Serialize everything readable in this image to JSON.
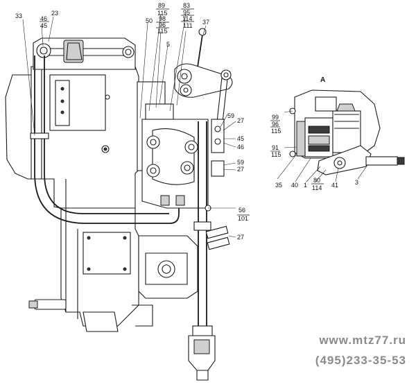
{
  "view_label": "A",
  "labels": {
    "l33": "33",
    "l46a": "46",
    "l45a": "45",
    "l23": "23",
    "l50": "50",
    "l89": "89",
    "l115a": "115",
    "l98": "98",
    "l96a": "96",
    "l115b": "115",
    "l5": "5",
    "l83": "83",
    "l95": "95",
    "l114a": "114",
    "l111": "111",
    "l37": "37",
    "l59a": "59",
    "l27a": "27",
    "l45b": "45",
    "l46b": "46",
    "l59b": "59",
    "l27b": "27",
    "l56": "56",
    "l101": "101",
    "l27c": "27",
    "l99": "99",
    "l96b": "96",
    "l115c": "115",
    "l91": "91",
    "l115d": "115",
    "l35": "35",
    "l40": "40",
    "l1": "1",
    "l80": "80",
    "l114b": "114",
    "l41": "41",
    "l3": "3"
  },
  "watermark": {
    "url": "www.mtz77.ru",
    "phone": "(495)233-35-53"
  }
}
